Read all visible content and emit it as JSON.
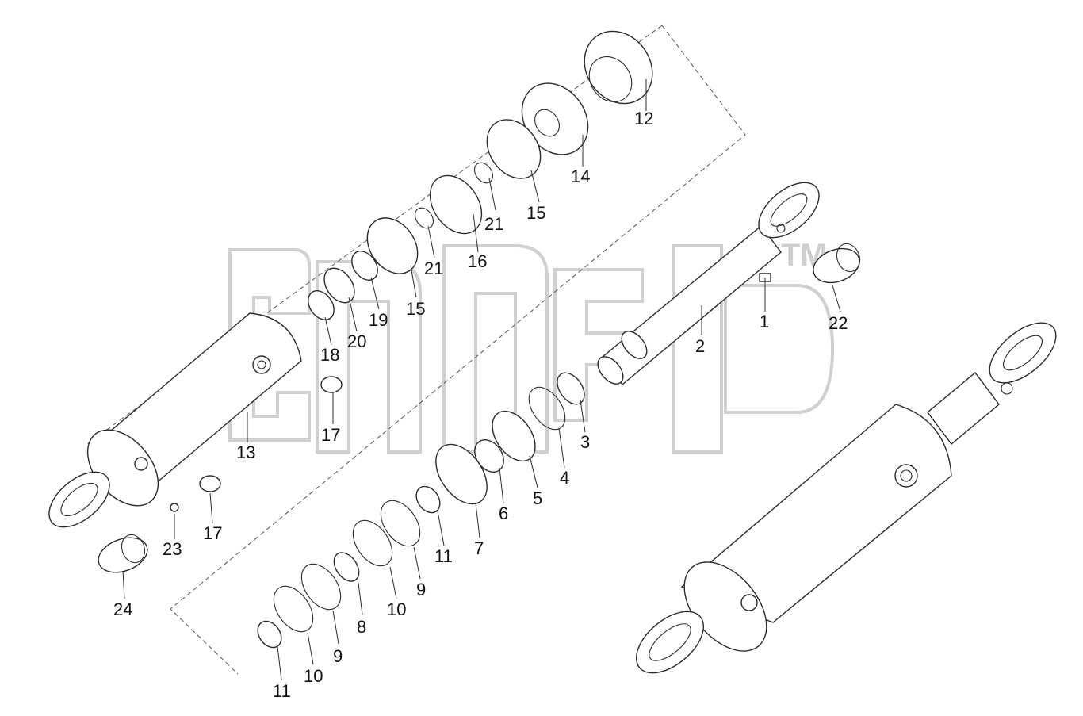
{
  "watermark": {
    "mark": "TM"
  },
  "callouts": [
    {
      "id": "c12",
      "label": "12"
    },
    {
      "id": "c14",
      "label": "14"
    },
    {
      "id": "c15a",
      "label": "15"
    },
    {
      "id": "c21a",
      "label": "21"
    },
    {
      "id": "c16",
      "label": "16"
    },
    {
      "id": "c21b",
      "label": "21"
    },
    {
      "id": "c15b",
      "label": "15"
    },
    {
      "id": "c19",
      "label": "19"
    },
    {
      "id": "c20",
      "label": "20"
    },
    {
      "id": "c18",
      "label": "18"
    },
    {
      "id": "c17a",
      "label": "17"
    },
    {
      "id": "c13",
      "label": "13"
    },
    {
      "id": "c2",
      "label": "2"
    },
    {
      "id": "c1",
      "label": "1"
    },
    {
      "id": "c22",
      "label": "22"
    },
    {
      "id": "c3",
      "label": "3"
    },
    {
      "id": "c4",
      "label": "4"
    },
    {
      "id": "c5",
      "label": "5"
    },
    {
      "id": "c6",
      "label": "6"
    },
    {
      "id": "c7",
      "label": "7"
    },
    {
      "id": "c11a",
      "label": "11"
    },
    {
      "id": "c9a",
      "label": "9"
    },
    {
      "id": "c10a",
      "label": "10"
    },
    {
      "id": "c8",
      "label": "8"
    },
    {
      "id": "c9b",
      "label": "9"
    },
    {
      "id": "c10b",
      "label": "10"
    },
    {
      "id": "c11b",
      "label": "11"
    },
    {
      "id": "c17b",
      "label": "17"
    },
    {
      "id": "c23",
      "label": "23"
    },
    {
      "id": "c24",
      "label": "24"
    }
  ]
}
